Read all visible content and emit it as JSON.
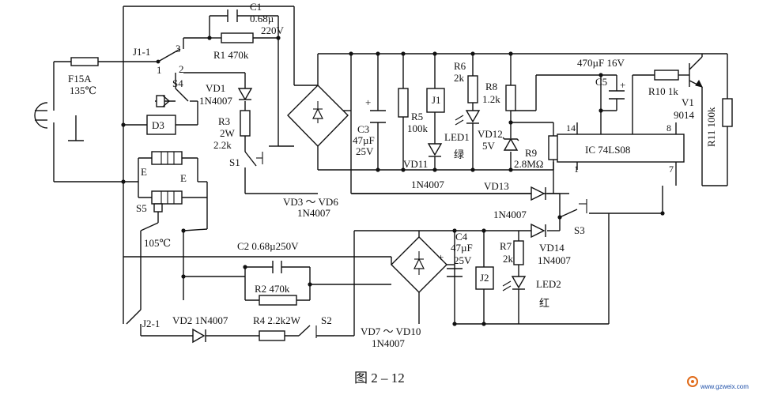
{
  "labels": {
    "c1_name": "C1",
    "c1_val": "0.68µ",
    "c1_volt": "220V",
    "j1_1": "J1-1",
    "j1_pin3": "3",
    "j1_pin1": "1",
    "j1_pin2": "2",
    "r1": "R1 470k",
    "f1_name": "F15A",
    "f1_temp": "135℃",
    "s4": "S4",
    "vd1_name": "VD1",
    "vd1_part": "1N4007",
    "d3": "D3",
    "r3_name": "R3",
    "r3_pw": "2W",
    "r3_val": "2.2k",
    "s1": "S1",
    "vd3_6": "VD3 ～ VD6",
    "vd3_6_part": "1N4007",
    "c3_name": "C3",
    "c3_val": "47µF",
    "c3_volt": "25V",
    "r5_name": "R5",
    "r5_val": "100k",
    "j1": "J1",
    "vd11": "VD11",
    "vd11_part": "1N4007",
    "r6_name": "R6",
    "r6_val": "2k",
    "led1": "LED1",
    "led1_color": "绿",
    "r8_name": "R8",
    "r8_val": "1.2k",
    "vd12_name": "VD12",
    "vd12_volt": "5V",
    "r9": "R9",
    "r9_val": "2.8MΩ",
    "c5_spec": "470µF 16V",
    "c5": "C5",
    "r10": "R10 1k",
    "v1_name": "V1",
    "v1_part": "9014",
    "r11": "R11 100k",
    "ic": "IC 74LS08",
    "pin14": "14",
    "pin8": "8",
    "pin1": "1",
    "pin7": "7",
    "heater_e1": "E",
    "heater_e2": "E",
    "s5": "S5",
    "t105": "105℃",
    "c2": "C2 0.68µ250V",
    "r2": "R2 470k",
    "vd13_name": "VD13",
    "vd13_part": "1N4007",
    "vd14_name": "VD14",
    "vd14_part": "1N4007",
    "s3": "S3",
    "c4_name": "C4",
    "c4_val": "47µF",
    "c4_volt": "25V",
    "r7_name": "R7",
    "r7_val": "2k",
    "j2": "J2",
    "led2": "LED2",
    "led2_color": "红",
    "j2_1": "J2-1",
    "vd2": "VD2 1N4007",
    "r4": "R4 2.2k2W",
    "s2": "S2",
    "vd7_10": "VD7 ～ VD10",
    "vd7_10_part": "1N4007",
    "plus_c3": "+",
    "plus_c4": "+",
    "plus_c5": "+",
    "caption": "图 2 – 12",
    "watermark": "www.gzweix.com"
  }
}
